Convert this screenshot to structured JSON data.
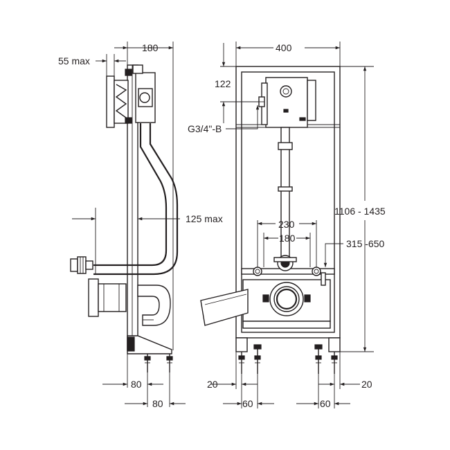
{
  "dimensions": {
    "side_depth": "180",
    "plate_max": "55  max",
    "pipe_offset_max": "125  max",
    "side_foot_1": "80",
    "side_foot_2": "80",
    "front_width": "400",
    "connection_height": "122",
    "thread": "G3/4\"-B",
    "overall_height": "1106  -  1435",
    "bolt_spacing_outer": "230",
    "bolt_spacing_inner": "180",
    "bolt_height": "315  -650",
    "front_foot_left": "20",
    "front_foot_right": "20",
    "front_foot_spacing_left": "60",
    "front_foot_spacing_right": "60"
  }
}
